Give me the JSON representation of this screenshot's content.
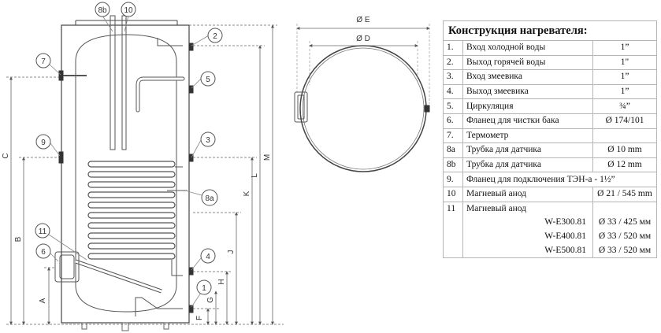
{
  "diagram": {
    "callouts": [
      "8b",
      "10",
      "2",
      "7",
      "5",
      "9",
      "3",
      "8a",
      "11",
      "6",
      "4",
      "1"
    ],
    "dimensions": {
      "side": [
        "C",
        "B",
        "A",
        "K",
        "L",
        "M",
        "J",
        "H",
        "G",
        "F"
      ],
      "top_view": [
        "Ø E",
        "Ø D"
      ]
    }
  },
  "table": {
    "title": "Конструкция нагревателя:",
    "rows": [
      {
        "num": "1.",
        "name": "Вход холодной воды",
        "value": "1”"
      },
      {
        "num": "2.",
        "name": "Выход горячей воды",
        "value": "1\""
      },
      {
        "num": "3.",
        "name": "Вход змеевика",
        "value": "1”"
      },
      {
        "num": "4.",
        "name": "Выход змеевика",
        "value": "1”"
      },
      {
        "num": "5.",
        "name": "Циркуляция",
        "value": "¾”"
      },
      {
        "num": "6.",
        "name": "Фланец для чистки бака",
        "value": "Ø 174/101"
      },
      {
        "num": "7.",
        "name": "Термометр",
        "value": ""
      },
      {
        "num": "8а",
        "name": "Трубка для  датчика",
        "value": "Ø 10 mm"
      },
      {
        "num": "8b",
        "name": "Трубка для  датчика",
        "value": "Ø 12 mm"
      },
      {
        "num": "9.",
        "name": "Фланец для подключения ТЭН-а  - 1½”",
        "value": ""
      },
      {
        "num": "10",
        "name": "Магневый анод",
        "value": "Ø 21 / 545 mm"
      },
      {
        "num": "11",
        "name": "Магневый анод",
        "value": ""
      }
    ],
    "anode_models": [
      {
        "model": "W-E300.81",
        "value": "Ø 33 / 425 мм"
      },
      {
        "model": "W-E400.81",
        "value": "Ø 33 / 520 мм"
      },
      {
        "model": "W-E500.81",
        "value": "Ø 33 / 520 мм"
      }
    ]
  }
}
